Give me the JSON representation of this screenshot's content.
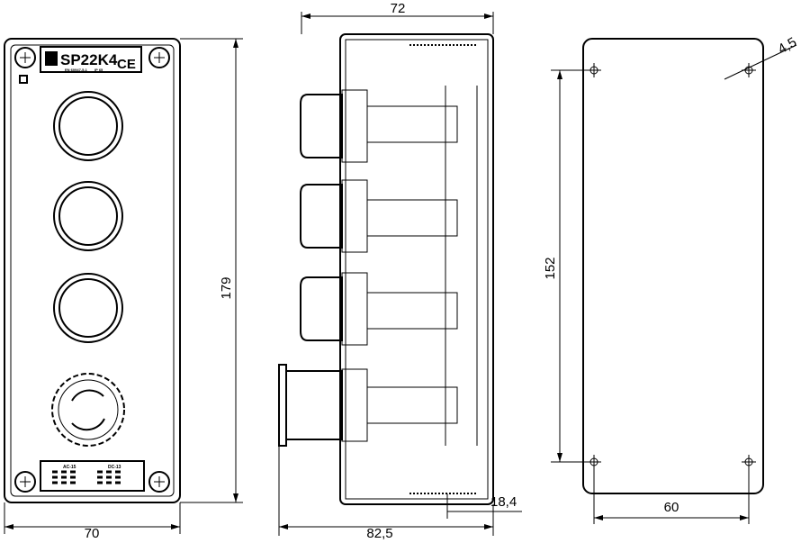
{
  "front_view": {
    "model_label": "SP22K4",
    "standard_label": "EN 60947-5-1",
    "protection_label": "IP 65",
    "ce_mark": "CE",
    "rating_plate": {
      "ac_header": "AC-15",
      "dc_header": "DC-13"
    },
    "buttons": 3,
    "emergency_stop": 1
  },
  "dimensions": {
    "front_height": "179",
    "front_width": "70",
    "side_top_width": "72",
    "side_depth": "82,5",
    "side_offset": "18,4",
    "mount_height": "152",
    "mount_width": "60",
    "hole_diameter": "4,5"
  }
}
